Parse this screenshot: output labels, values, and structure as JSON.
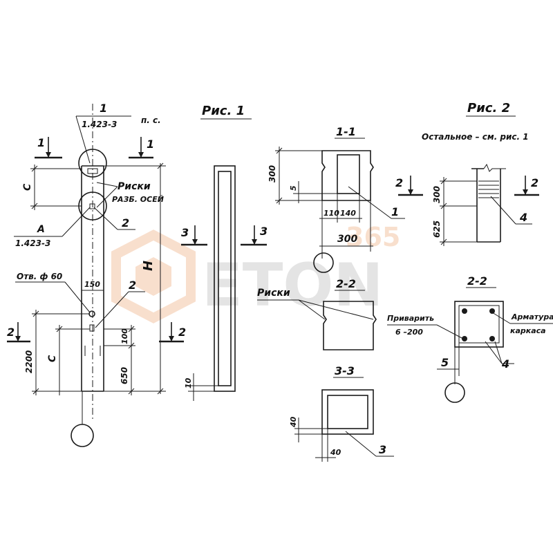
{
  "fig1": {
    "title": "Рис. 1"
  },
  "fig2": {
    "title": "Рис. 2",
    "note": "Остальное – см. рис. 1"
  },
  "callout_top": {
    "num": "1",
    "ref": "1.423-3",
    "suffix": "п. с."
  },
  "callout_a": {
    "letter": "А",
    "ref": "1.423-3"
  },
  "labels": {
    "riski": "Риски",
    "raz_osei": "РАЗБ. ОСЕЙ",
    "otv": "Отв. ф 60",
    "H": "Н",
    "privarit": "Приварить",
    "privarit_spec": "6 –200",
    "armatura": "Арматура",
    "karkasa": "каркаса",
    "riski2": "Риски"
  },
  "sections": {
    "s11": "1-1",
    "s22": "2-2",
    "s33": "3-3",
    "s22b": "2-2"
  },
  "marks": {
    "m1a": "1",
    "m1b": "1",
    "m2a": "2",
    "m2b": "2",
    "m3a": "3",
    "m3b": "3",
    "m2c": "2",
    "m2d": "2",
    "m2e": "2",
    "m2f": "2",
    "p1": "1",
    "p2": "2",
    "p2b": "2",
    "p3": "3",
    "p4": "4",
    "p4b": "4"
  },
  "dims": {
    "c_top": "С",
    "c_bot": "С",
    "d150": "150",
    "d100": "100",
    "d650": "650",
    "d2200": "2200",
    "d10": "10",
    "d300a": "300",
    "d5a": "5",
    "d110": "110",
    "d140": "140",
    "d300b": "300",
    "d300c": "300",
    "d625": "625",
    "d40a": "40",
    "d40b": "40",
    "d5b": "5"
  },
  "watermark": {
    "number": "365",
    "brand": "ETON"
  }
}
